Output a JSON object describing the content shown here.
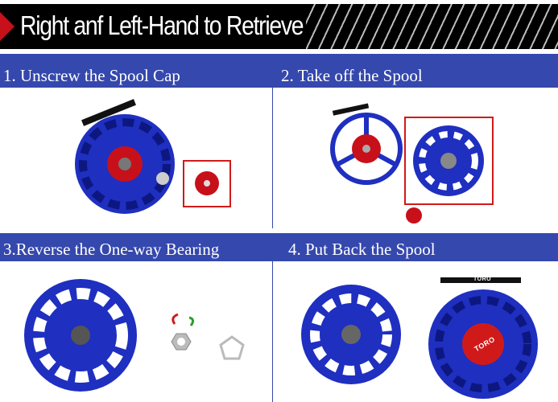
{
  "header": {
    "title": "Right anf Left-Hand to Retrieve"
  },
  "steps": [
    {
      "label": "1. Unscrew the Spool Cap"
    },
    {
      "label": "2. Take off the Spool"
    },
    {
      "label": "3.Reverse the One-way Bearing"
    },
    {
      "label": "4. Put Back the Spool"
    }
  ],
  "brand": "TORO",
  "colors": {
    "reel": "#1f2fc0",
    "accent": "#d01a1a",
    "band": "#3548ad"
  }
}
